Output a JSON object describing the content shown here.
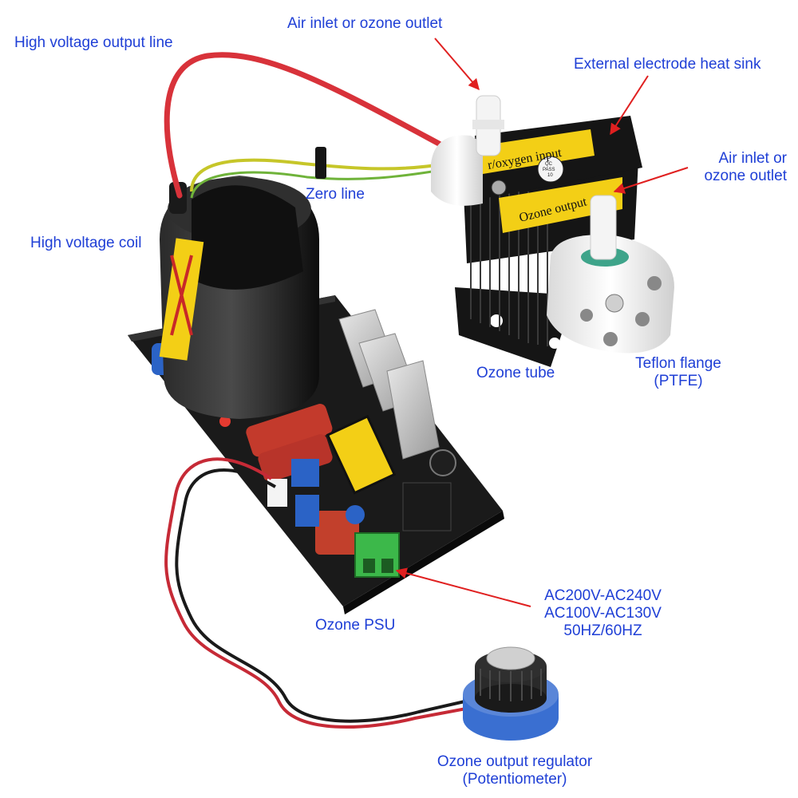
{
  "colors": {
    "label_text": "#1f3fd6",
    "arrow": "#e02020",
    "pcb": "#1a1a1a",
    "heatsink": "#151515",
    "teflon": "#f2f2f2",
    "coil": "#151515",
    "hv_wire": "#d8323a",
    "ground_wire": "#c6c629",
    "label_yellow": "#f3cf16"
  },
  "labels": {
    "hv_output_line": "High voltage output line",
    "air_inlet_top": "Air inlet or ozone outlet",
    "external_electrode": "External electrode heat sink",
    "air_inlet_right_1": "Air inlet or",
    "air_inlet_right_2": "ozone outlet",
    "zero_line": "Zero line",
    "hv_coil": "High voltage coil",
    "ozone_tube": "Ozone tube",
    "teflon_1": "Teflon flange",
    "teflon_2": "(PTFE)",
    "ozone_psu": "Ozone PSU",
    "ac_1": "AC200V-AC240V",
    "ac_2": "AC100V-AC130V",
    "ac_3": "50HZ/60HZ",
    "regulator_1": "Ozone output regulator",
    "regulator_2": "(Potentiometer)"
  },
  "product_markings": {
    "tube_label_top": "r/oxygen input",
    "tube_label_bottom": "Ozone output",
    "qc_1": "QC",
    "qc_2": "PASS",
    "qc_3": "10"
  }
}
